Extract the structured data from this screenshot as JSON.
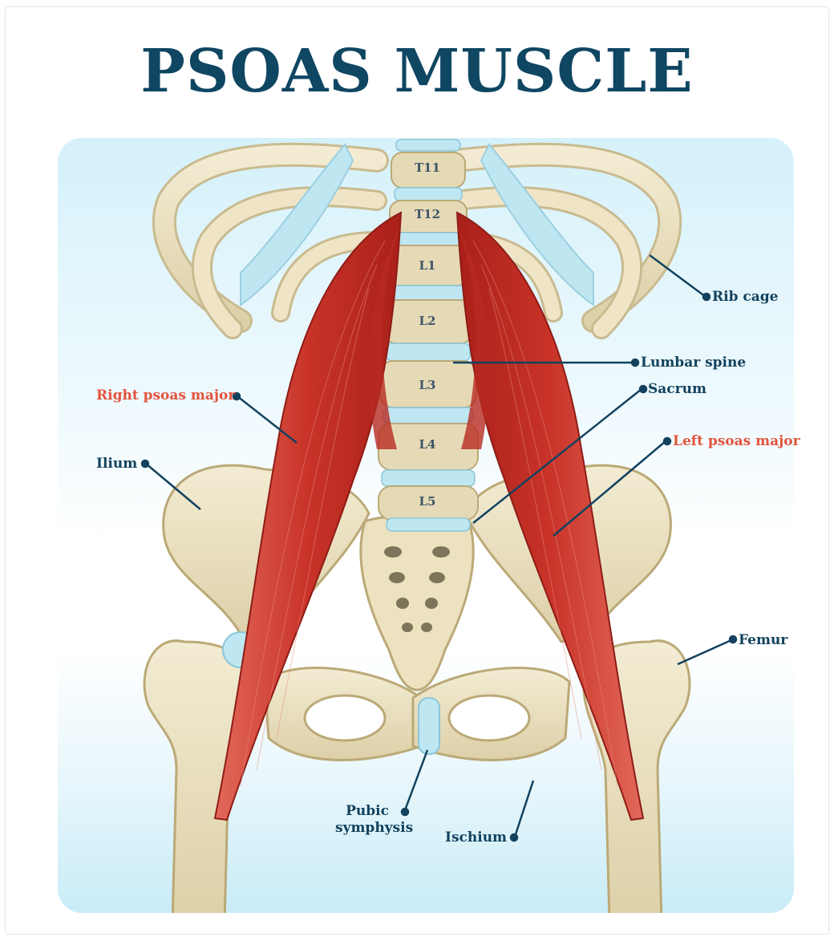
{
  "title": "PSOAS MUSCLE",
  "colors": {
    "title": "#0f4662",
    "label": "#12425e",
    "muscle_label": "#e2533c",
    "bone": "#eadfbe",
    "cartilage": "#bfe7f2",
    "muscle": "#c9302a"
  },
  "vertebrae": {
    "t11": "T11",
    "t12": "T12",
    "l1": "L1",
    "l2": "L2",
    "l3": "L3",
    "l4": "L4",
    "l5": "L5"
  },
  "labels": {
    "rib_cage": "Rib cage",
    "lumbar_spine": "Lumbar spine",
    "sacrum": "Sacrum",
    "right_psoas_major": "Right psoas major",
    "left_psoas_major": "Left psoas major",
    "ilium": "Ilium",
    "femur": "Femur",
    "pubic_symphysis_line1": "Pubic",
    "pubic_symphysis_line2": "symphysis",
    "ischium": "Ischium"
  }
}
